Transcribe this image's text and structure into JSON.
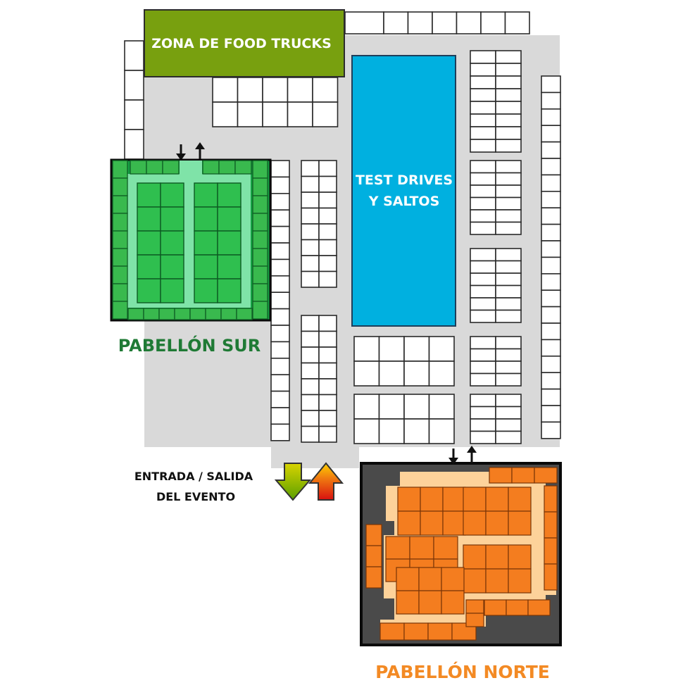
{
  "map": {
    "food_trucks_label": "ZONA DE FOOD TRUCKS",
    "test_drives_line1": "TEST DRIVES",
    "test_drives_line2": "Y SALTOS",
    "pabellon_sur_label": "PABELLÓN SUR",
    "pabellon_norte_label": "PABELLÓN NORTE",
    "entrance_line1": "ENTRADA / SALIDA",
    "entrance_line2": "DEL EVENTO"
  },
  "colors": {
    "walkway": "#d9d9d9",
    "food_trucks": "#78a00f",
    "test_drives": "#00b0e0",
    "pabellon_sur": "#15a043",
    "pabellon_sur_path": "#7fe3a8",
    "pabellon_norte": "#f47d1f",
    "pabellon_norte_path": "#fdd29a",
    "pabellon_norte_floor": "#4a4a4a",
    "sur_label": "#1f7a35",
    "norte_label": "#f38a24"
  },
  "icons": [
    "entry-arrow-down-icon",
    "exit-arrow-up-icon"
  ]
}
